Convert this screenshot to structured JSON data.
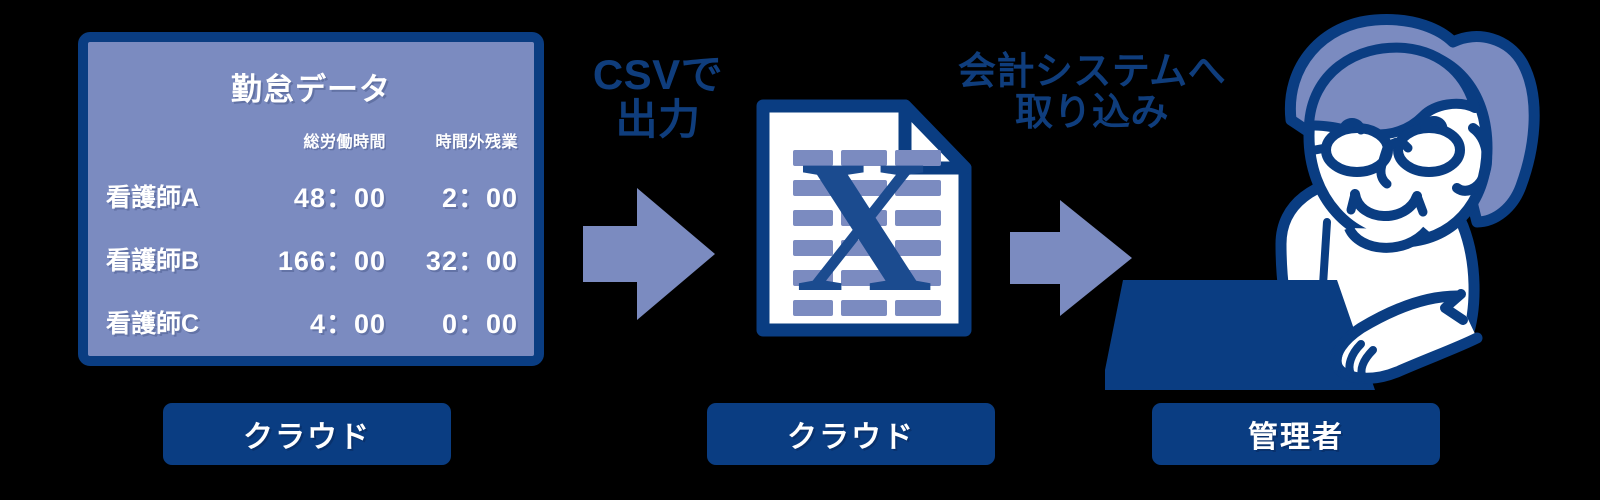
{
  "diagram": {
    "title_alt": "勤怠データのCSV出力から会計システム取り込みまでの流れ",
    "colors": {
      "background": "#000000",
      "dark_blue": "#0a3d82",
      "periwinkle": "#7b8bc0",
      "white": "#ffffff",
      "caption_blue": "#0f3d7c"
    }
  },
  "panel": {
    "title": "勤怠データ",
    "table": {
      "headers": [
        "",
        "総労働時間",
        "時間外残業"
      ],
      "rows": [
        {
          "name": "看護師A",
          "total_hours": "48：00",
          "overtime": "2：00"
        },
        {
          "name": "看護師B",
          "total_hours": "166：00",
          "overtime": "32：00"
        },
        {
          "name": "看護師C",
          "total_hours": "4：00",
          "overtime": "0：00"
        }
      ]
    }
  },
  "captions": {
    "csv_export": {
      "line1": "CSVで",
      "line2": "出力"
    },
    "import": {
      "line1": "会計システムへ",
      "line2": "取り込み"
    }
  },
  "stage_labels": {
    "cloud_1": "クラウド",
    "cloud_2": "クラウド",
    "admin": "管理者"
  },
  "icons": {
    "arrow_1": "right-arrow-icon",
    "arrow_2": "right-arrow-icon",
    "file": "excel-csv-file-icon",
    "file_letter": "X",
    "person": "administrator-at-laptop-icon",
    "laptop": "laptop-icon",
    "glasses": "glasses-icon"
  }
}
